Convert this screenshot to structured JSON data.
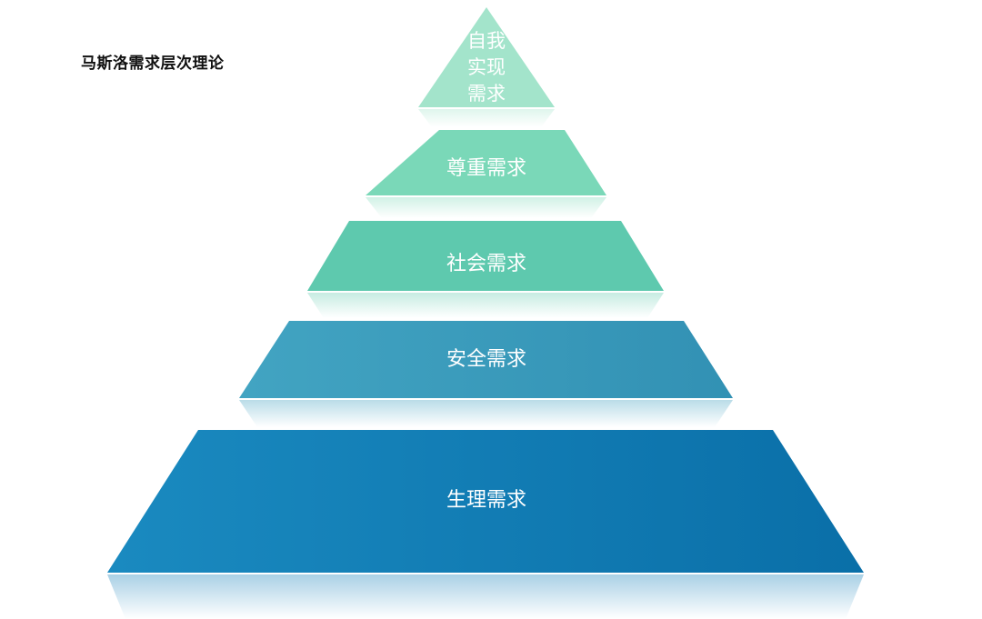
{
  "title": "马斯洛需求层次理论",
  "colors": {
    "level_1": "#0b7ab6",
    "level_2": "#3a9cbd",
    "level_3": "#5ec9ae",
    "level_4": "#7ad8b8",
    "level_5": "#a3e4cb"
  },
  "levels": [
    {
      "label": "自我实现需求",
      "label_lines": [
        "自我",
        "实现",
        "需求"
      ],
      "color": "#a3e4cb"
    },
    {
      "label": "尊重需求",
      "color": "#7ad8b8"
    },
    {
      "label": "社会需求",
      "color": "#5ec9ae"
    },
    {
      "label": "安全需求",
      "color": "#3a9cbd"
    },
    {
      "label": "生理需求",
      "color": "#0b7ab6"
    }
  ]
}
